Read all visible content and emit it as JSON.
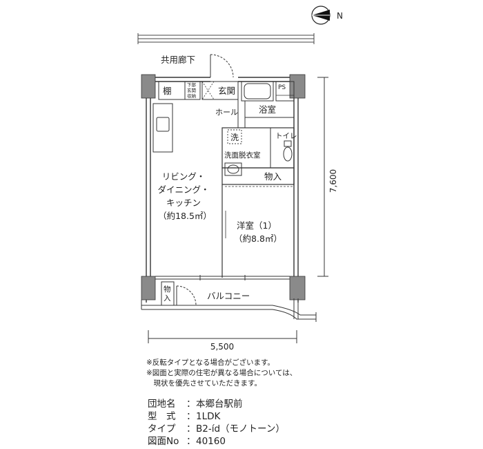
{
  "compass": {
    "north_label": "N"
  },
  "labels": {
    "corridor": "共用廊下",
    "shelf": "棚",
    "storage_under_hall": "下部\n玄関\n収納",
    "entrance": "玄関",
    "ps": "PS",
    "hall": "ホール",
    "bath": "浴室",
    "washer": "洗",
    "toilet": "トイレ",
    "washroom": "洗面脱衣室",
    "closet": "物入",
    "ldk": "リビング・\nダイニング・\nキッチン\n（約18.5㎡）",
    "western_room": "洋室（1）\n（約8.8㎡）",
    "balcony_closet": "物\n入",
    "balcony": "バルコニー"
  },
  "dimensions": {
    "depth": "7,600",
    "width": "5,500"
  },
  "notes": [
    "※反転タイプとなる場合がございます。",
    "※図面と実際の住宅が異なる場合については、",
    "　現状を優先させていただきます。"
  ],
  "specs": [
    {
      "key": "団地名",
      "value": "本郷台駅前"
    },
    {
      "key": "型　式",
      "value": "1LDK"
    },
    {
      "key": "タイプ",
      "value": "B2-íd（モノトーン）"
    },
    {
      "key": "図面No",
      "value": "40160"
    }
  ]
}
